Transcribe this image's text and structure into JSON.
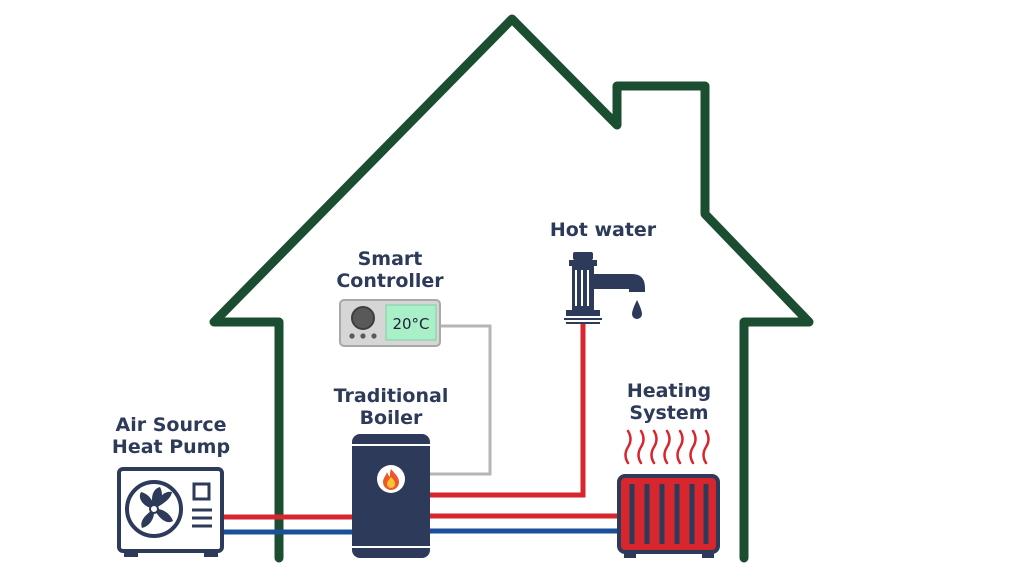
{
  "labels": {
    "smart_controller": [
      "Smart",
      "Controller"
    ],
    "hot_water": [
      "Hot water"
    ],
    "traditional_boiler": [
      "Traditional",
      "Boiler"
    ],
    "heating_system": [
      "Heating",
      "System"
    ],
    "heat_pump": [
      "Air Source",
      "Heat Pump"
    ]
  },
  "controller": {
    "display": "20°C"
  },
  "colors": {
    "house_outline": "#1b4d31",
    "label_text": "#2e3a59",
    "appliance_navy": "#2e3a59",
    "hot_pipe": "#d7262d",
    "cold_pipe": "#1a4f9c",
    "control_wire": "#b5b5b5",
    "display_green": "#a9f0c8",
    "radiator_red": "#d7262d"
  },
  "icons": [
    "fan-icon",
    "flame-icon",
    "faucet-icon",
    "water-drop-icon",
    "heat-wave-icon"
  ]
}
